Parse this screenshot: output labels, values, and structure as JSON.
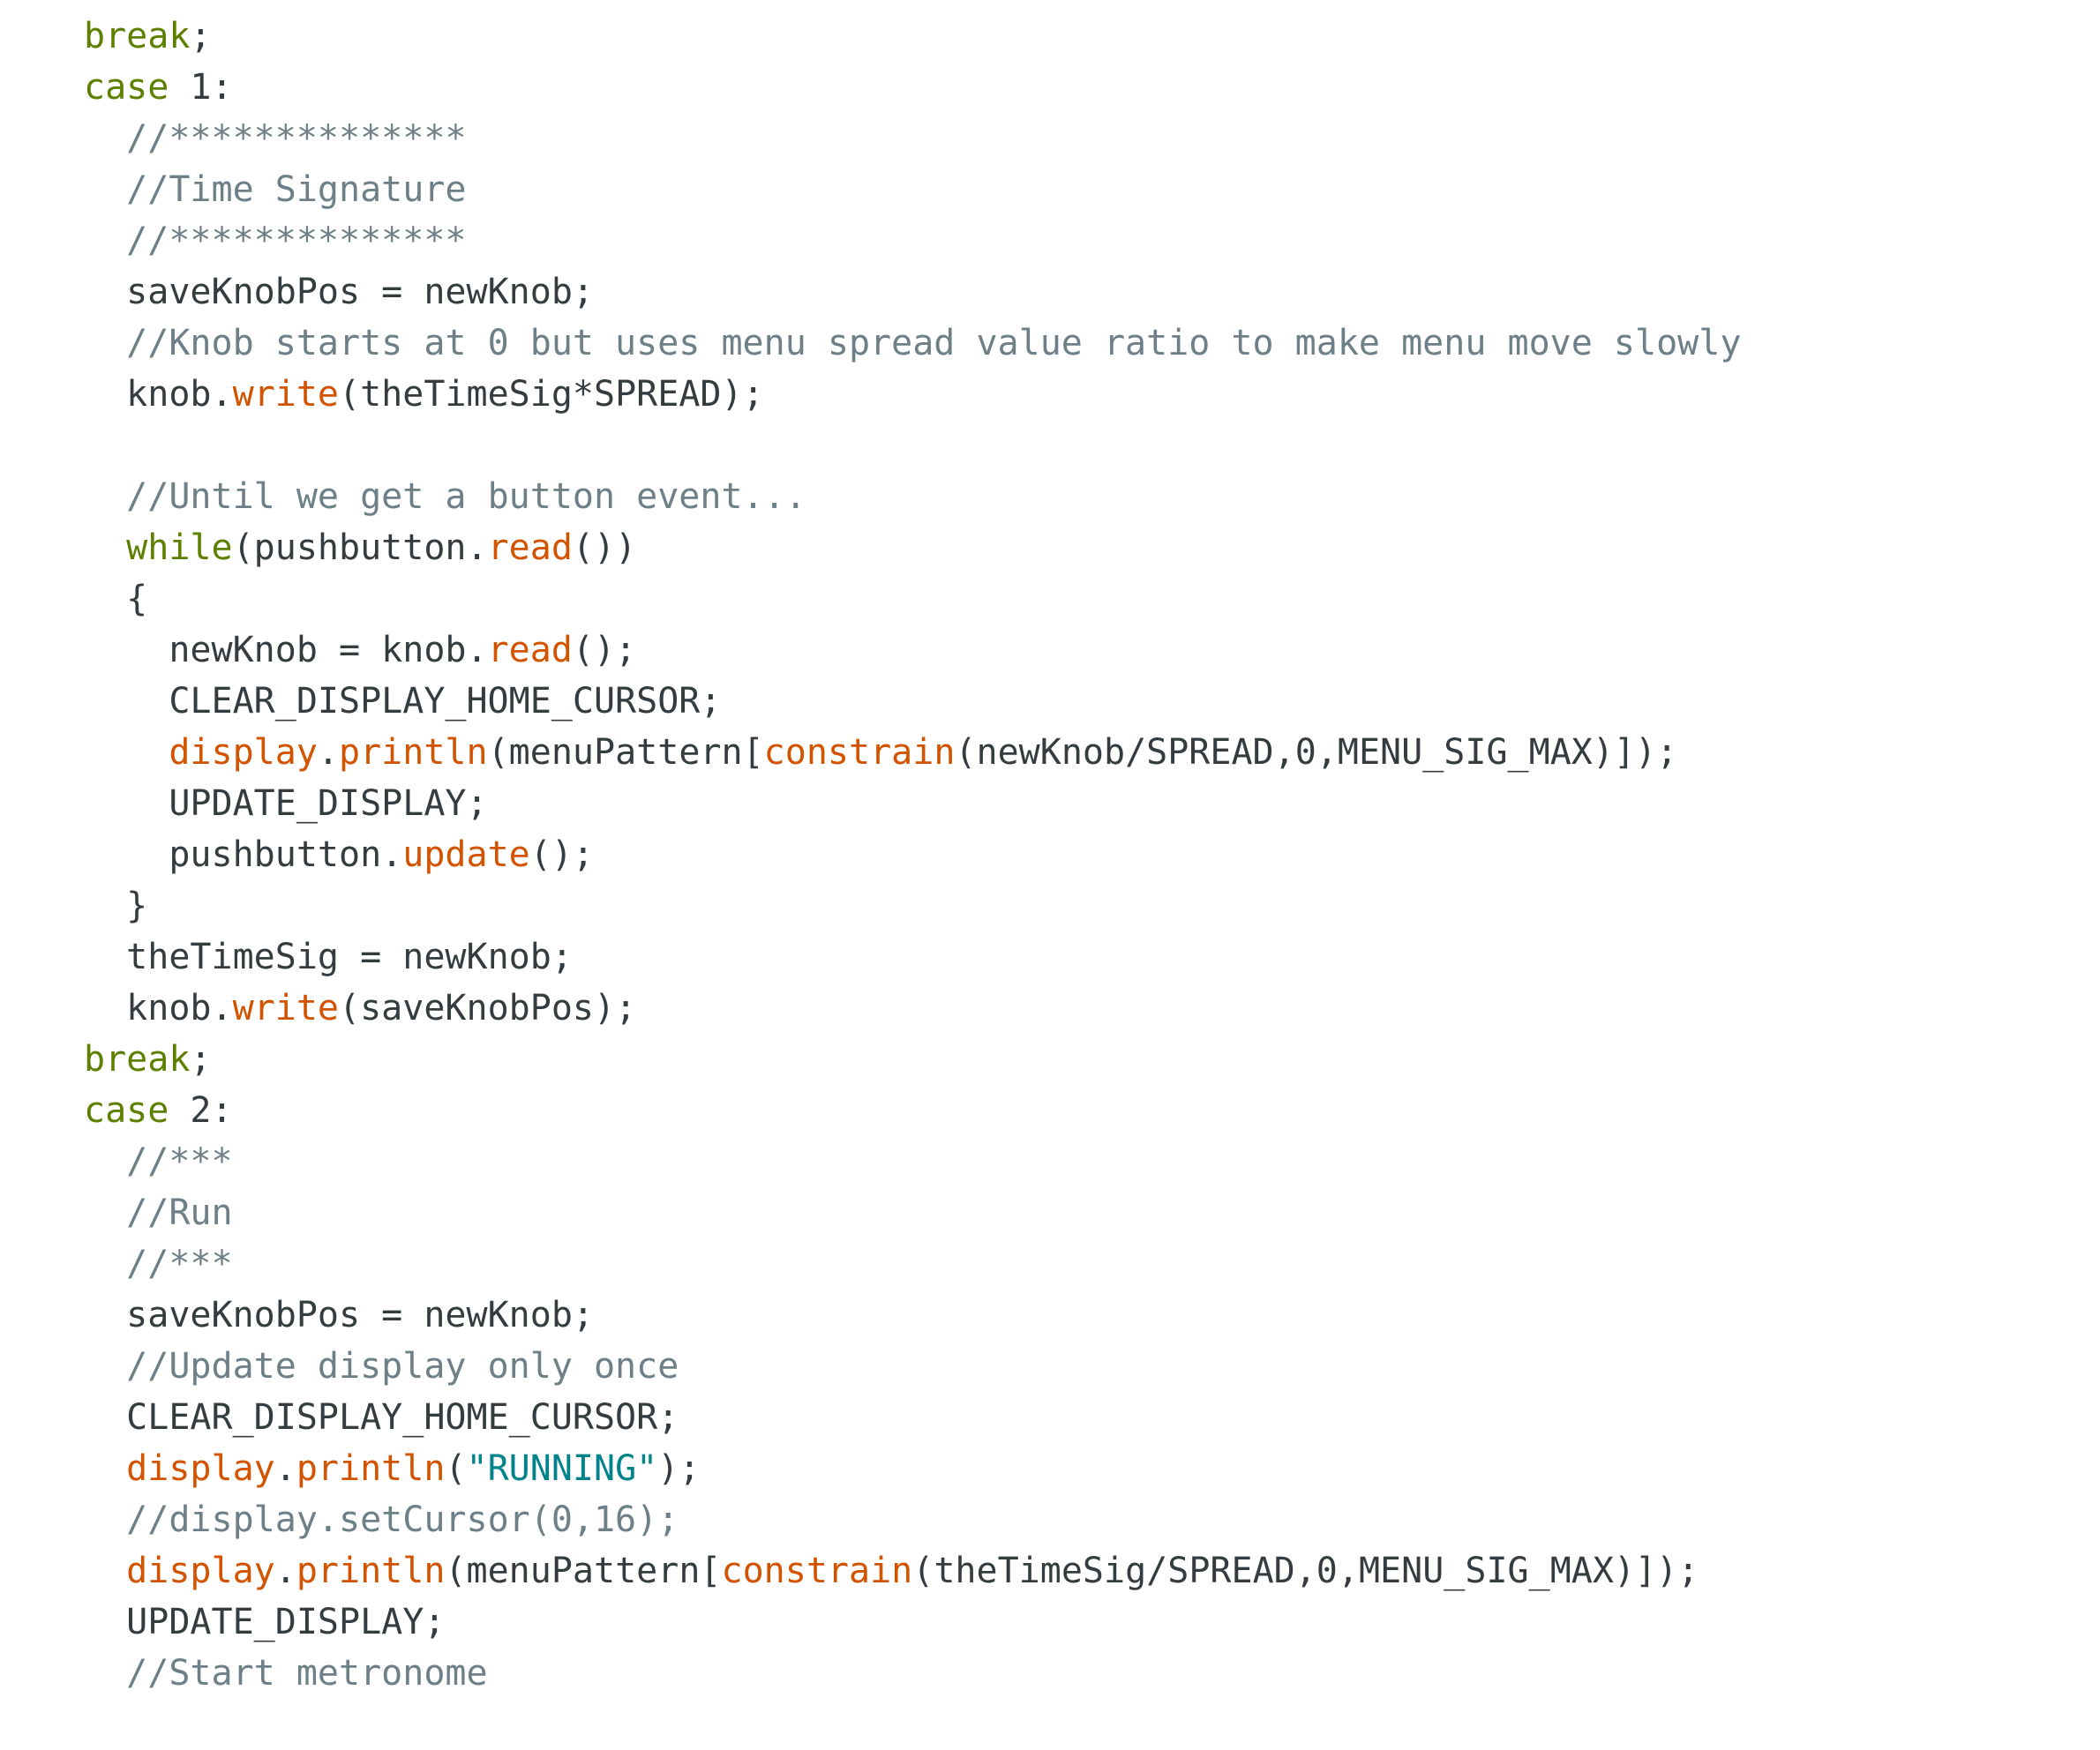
{
  "editor": {
    "background": "#ffffff",
    "colors": {
      "plain": "#353c3f",
      "keyword": "#5e8000",
      "function": "#D35400",
      "comment": "#6D7F87",
      "string": "#00838A"
    },
    "lines": [
      {
        "indent": 0,
        "tokens": [
          {
            "t": "break",
            "c": "keyword"
          },
          {
            "t": ";",
            "c": "plain"
          }
        ]
      },
      {
        "indent": 0,
        "tokens": [
          {
            "t": "case",
            "c": "keyword"
          },
          {
            "t": " 1:",
            "c": "plain"
          }
        ]
      },
      {
        "indent": 2,
        "tokens": [
          {
            "t": "//**************",
            "c": "comment"
          }
        ]
      },
      {
        "indent": 2,
        "tokens": [
          {
            "t": "//Time Signature",
            "c": "comment"
          }
        ]
      },
      {
        "indent": 2,
        "tokens": [
          {
            "t": "//**************",
            "c": "comment"
          }
        ]
      },
      {
        "indent": 2,
        "tokens": [
          {
            "t": "saveKnobPos = newKnob;",
            "c": "plain"
          }
        ]
      },
      {
        "indent": 2,
        "tokens": [
          {
            "t": "//Knob starts at 0 but uses menu spread value ratio to make menu move slowly",
            "c": "comment"
          }
        ]
      },
      {
        "indent": 2,
        "tokens": [
          {
            "t": "knob.",
            "c": "plain"
          },
          {
            "t": "write",
            "c": "function"
          },
          {
            "t": "(theTimeSig*SPREAD);",
            "c": "plain"
          }
        ]
      },
      {
        "indent": 0,
        "tokens": []
      },
      {
        "indent": 2,
        "tokens": [
          {
            "t": "//Until we get a button event...",
            "c": "comment"
          }
        ]
      },
      {
        "indent": 2,
        "tokens": [
          {
            "t": "while",
            "c": "keyword"
          },
          {
            "t": "(pushbutton.",
            "c": "plain"
          },
          {
            "t": "read",
            "c": "function"
          },
          {
            "t": "())",
            "c": "plain"
          }
        ]
      },
      {
        "indent": 2,
        "tokens": [
          {
            "t": "{",
            "c": "plain"
          }
        ]
      },
      {
        "indent": 4,
        "tokens": [
          {
            "t": "newKnob = knob.",
            "c": "plain"
          },
          {
            "t": "read",
            "c": "function"
          },
          {
            "t": "();",
            "c": "plain"
          }
        ]
      },
      {
        "indent": 4,
        "tokens": [
          {
            "t": "CLEAR_DISPLAY_HOME_CURSOR;",
            "c": "plain"
          }
        ]
      },
      {
        "indent": 4,
        "tokens": [
          {
            "t": "display",
            "c": "function"
          },
          {
            "t": ".",
            "c": "plain"
          },
          {
            "t": "println",
            "c": "function"
          },
          {
            "t": "(menuPattern[",
            "c": "plain"
          },
          {
            "t": "constrain",
            "c": "function"
          },
          {
            "t": "(newKnob/SPREAD,0,MENU_SIG_MAX)]);",
            "c": "plain"
          }
        ]
      },
      {
        "indent": 4,
        "tokens": [
          {
            "t": "UPDATE_DISPLAY;",
            "c": "plain"
          }
        ]
      },
      {
        "indent": 4,
        "tokens": [
          {
            "t": "pushbutton.",
            "c": "plain"
          },
          {
            "t": "update",
            "c": "function"
          },
          {
            "t": "();",
            "c": "plain"
          }
        ]
      },
      {
        "indent": 2,
        "tokens": [
          {
            "t": "}",
            "c": "plain"
          }
        ]
      },
      {
        "indent": 2,
        "tokens": [
          {
            "t": "theTimeSig = newKnob;",
            "c": "plain"
          }
        ]
      },
      {
        "indent": 2,
        "tokens": [
          {
            "t": "knob.",
            "c": "plain"
          },
          {
            "t": "write",
            "c": "function"
          },
          {
            "t": "(saveKnobPos);",
            "c": "plain"
          }
        ]
      },
      {
        "indent": 0,
        "tokens": [
          {
            "t": "break",
            "c": "keyword"
          },
          {
            "t": ";",
            "c": "plain"
          }
        ]
      },
      {
        "indent": 0,
        "tokens": [
          {
            "t": "case",
            "c": "keyword"
          },
          {
            "t": " 2:",
            "c": "plain"
          }
        ]
      },
      {
        "indent": 2,
        "tokens": [
          {
            "t": "//***",
            "c": "comment"
          }
        ]
      },
      {
        "indent": 2,
        "tokens": [
          {
            "t": "//Run",
            "c": "comment"
          }
        ]
      },
      {
        "indent": 2,
        "tokens": [
          {
            "t": "//***",
            "c": "comment"
          }
        ]
      },
      {
        "indent": 2,
        "tokens": [
          {
            "t": "saveKnobPos = newKnob;",
            "c": "plain"
          }
        ]
      },
      {
        "indent": 2,
        "tokens": [
          {
            "t": "//Update display only once",
            "c": "comment"
          }
        ]
      },
      {
        "indent": 2,
        "tokens": [
          {
            "t": "CLEAR_DISPLAY_HOME_CURSOR;",
            "c": "plain"
          }
        ]
      },
      {
        "indent": 2,
        "tokens": [
          {
            "t": "display",
            "c": "function"
          },
          {
            "t": ".",
            "c": "plain"
          },
          {
            "t": "println",
            "c": "function"
          },
          {
            "t": "(",
            "c": "plain"
          },
          {
            "t": "\"RUNNING\"",
            "c": "string"
          },
          {
            "t": ");",
            "c": "plain"
          }
        ]
      },
      {
        "indent": 2,
        "tokens": [
          {
            "t": "//display.setCursor(0,16);",
            "c": "comment"
          }
        ]
      },
      {
        "indent": 2,
        "tokens": [
          {
            "t": "display",
            "c": "function"
          },
          {
            "t": ".",
            "c": "plain"
          },
          {
            "t": "println",
            "c": "function"
          },
          {
            "t": "(menuPattern[",
            "c": "plain"
          },
          {
            "t": "constrain",
            "c": "function"
          },
          {
            "t": "(theTimeSig/SPREAD,0,MENU_SIG_MAX)]);",
            "c": "plain"
          }
        ]
      },
      {
        "indent": 2,
        "tokens": [
          {
            "t": "UPDATE_DISPLAY;",
            "c": "plain"
          }
        ]
      },
      {
        "indent": 2,
        "tokens": [
          {
            "t": "//Start metronome",
            "c": "comment"
          }
        ]
      }
    ]
  }
}
